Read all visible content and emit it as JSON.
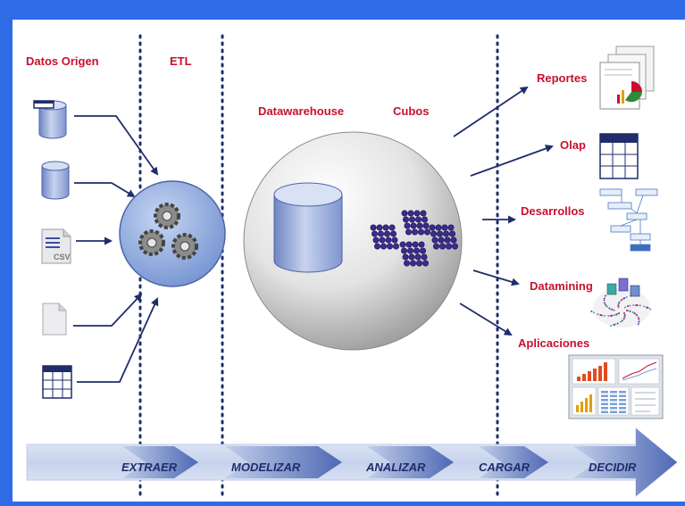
{
  "colors": {
    "frame": "#2e6be6",
    "label": "#c8102e",
    "arrow": "#1f2d6b",
    "process_text": "#1f2d6b",
    "cylinder": "#8fa6d9",
    "cube": "#3a2c8f"
  },
  "sections": {
    "origen": "Datos Origen",
    "etl": "ETL",
    "datawarehouse": "Datawarehouse",
    "cubos": "Cubos"
  },
  "sources": [
    {
      "name": "database-with-table-icon"
    },
    {
      "name": "database-icon"
    },
    {
      "name": "csv-file-icon",
      "label": "CSV"
    },
    {
      "name": "document-icon"
    },
    {
      "name": "table-grid-icon"
    }
  ],
  "outputs": [
    "Reportes",
    "Olap",
    "Desarrollos",
    "Datamining",
    "Aplicaciones"
  ],
  "process_steps": [
    "EXTRAER",
    "MODELIZAR",
    "ANALIZAR",
    "CARGAR",
    "DECIDIR"
  ]
}
